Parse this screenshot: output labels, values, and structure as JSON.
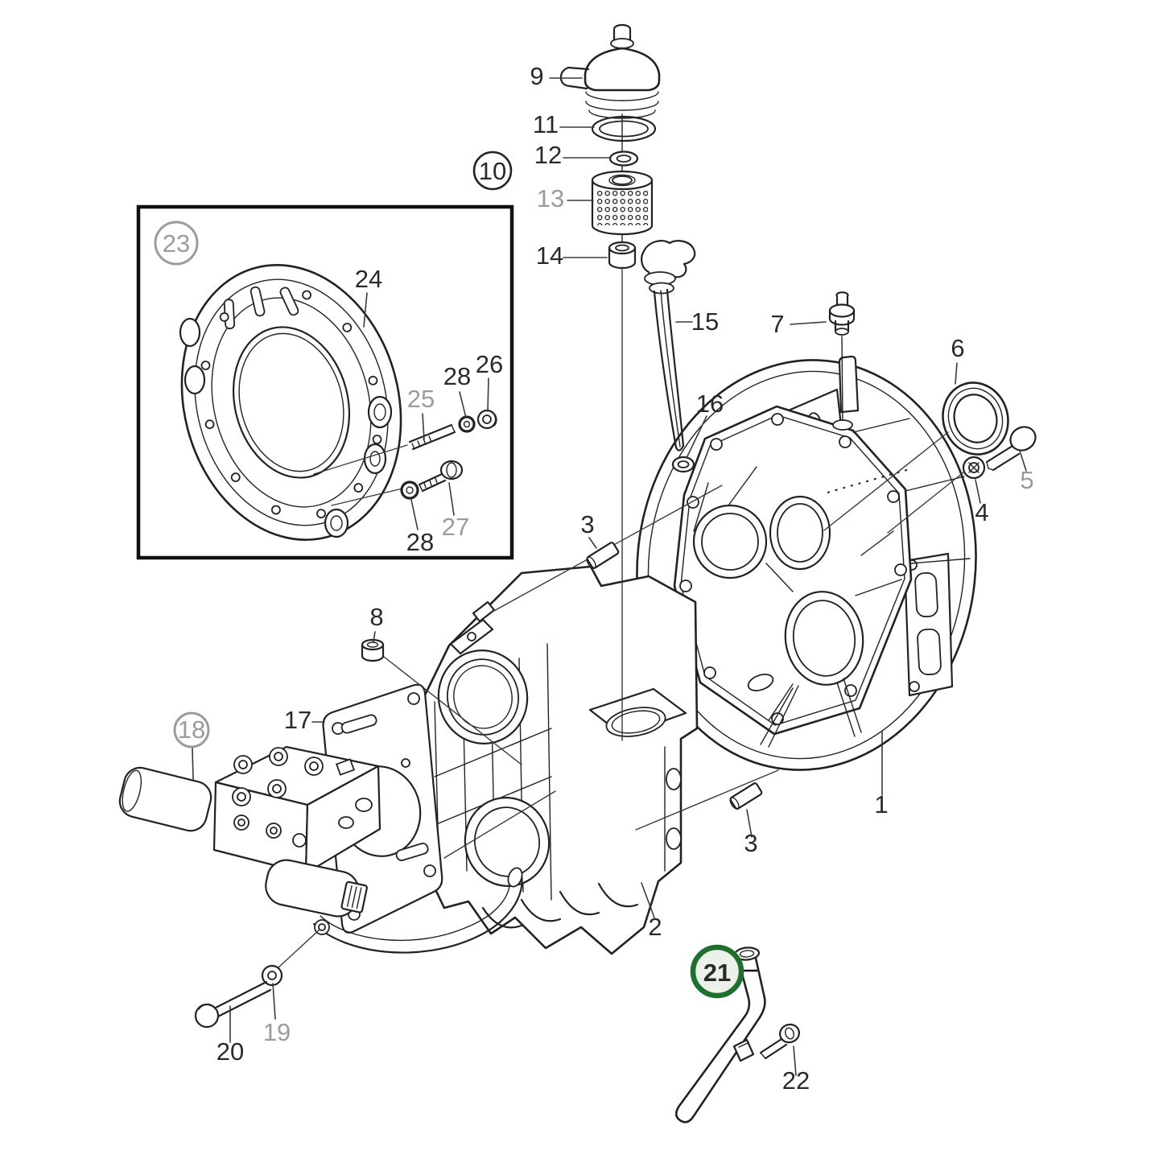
{
  "figure": {
    "type": "exploded-parts-diagram",
    "highlighted_part": "21",
    "colors": {
      "background": "#ffffff",
      "line": "#222222",
      "label": "#2a2a2a",
      "label_muted": "#9b9b9b",
      "highlight_ring": "#1f7030",
      "highlight_fill": "#ecf2e9",
      "inset_border": "#111111"
    },
    "callouts": {
      "p1": {
        "text": "1"
      },
      "p2": {
        "text": "2"
      },
      "p3a": {
        "text": "3"
      },
      "p3b": {
        "text": "3"
      },
      "p4": {
        "text": "4"
      },
      "p5": {
        "text": "5"
      },
      "p6": {
        "text": "6"
      },
      "p7": {
        "text": "7"
      },
      "p8": {
        "text": "8"
      },
      "p9": {
        "text": "9"
      },
      "p10": {
        "text": "10"
      },
      "p11": {
        "text": "11"
      },
      "p12": {
        "text": "12"
      },
      "p13": {
        "text": "13"
      },
      "p14": {
        "text": "14"
      },
      "p15": {
        "text": "15"
      },
      "p16": {
        "text": "16"
      },
      "p17": {
        "text": "17"
      },
      "p18": {
        "text": "18"
      },
      "p19": {
        "text": "19"
      },
      "p20": {
        "text": "20"
      },
      "p21": {
        "text": "21"
      },
      "p22": {
        "text": "22"
      },
      "p23": {
        "text": "23"
      },
      "p24": {
        "text": "24"
      },
      "p25": {
        "text": "25"
      },
      "p26": {
        "text": "26"
      },
      "p27": {
        "text": "27"
      },
      "p28a": {
        "text": "28"
      },
      "p28b": {
        "text": "28"
      }
    }
  }
}
